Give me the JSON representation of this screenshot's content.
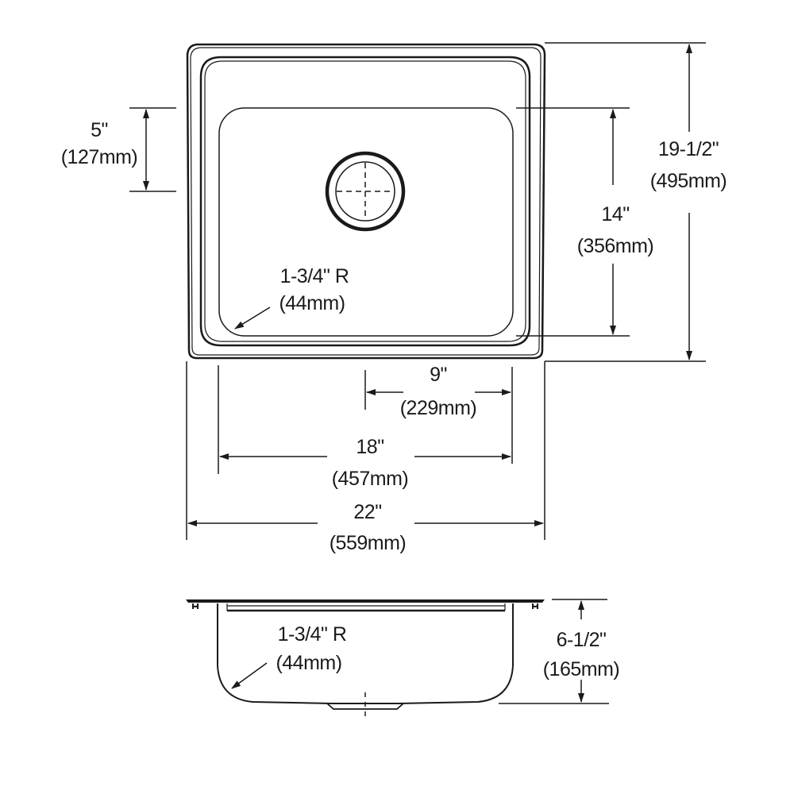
{
  "diagram": {
    "type": "sink dimension drawing",
    "views": [
      "top-view",
      "side-view"
    ],
    "colors": {
      "line": "#1a1a1a",
      "background": "#ffffff"
    }
  },
  "top_view": {
    "dims": {
      "bowl_front_offset": {
        "in": "5\"",
        "mm": "(127mm)"
      },
      "bowl_depth": {
        "in": "14\"",
        "mm": "(356mm)"
      },
      "overall_depth": {
        "in": "19-1/2\"",
        "mm": "(495mm)"
      },
      "corner_radius": {
        "in": "1-3/4\" R",
        "mm": "(44mm)"
      },
      "drain_offset": {
        "in": "9\"",
        "mm": "(229mm)"
      },
      "bowl_width": {
        "in": "18\"",
        "mm": "(457mm)"
      },
      "overall_width": {
        "in": "22\"",
        "mm": "(559mm)"
      }
    }
  },
  "side_view": {
    "dims": {
      "corner_radius": {
        "in": "1-3/4\" R",
        "mm": "(44mm)"
      },
      "bowl_height": {
        "in": "6-1/2\"",
        "mm": "(165mm)"
      }
    }
  }
}
